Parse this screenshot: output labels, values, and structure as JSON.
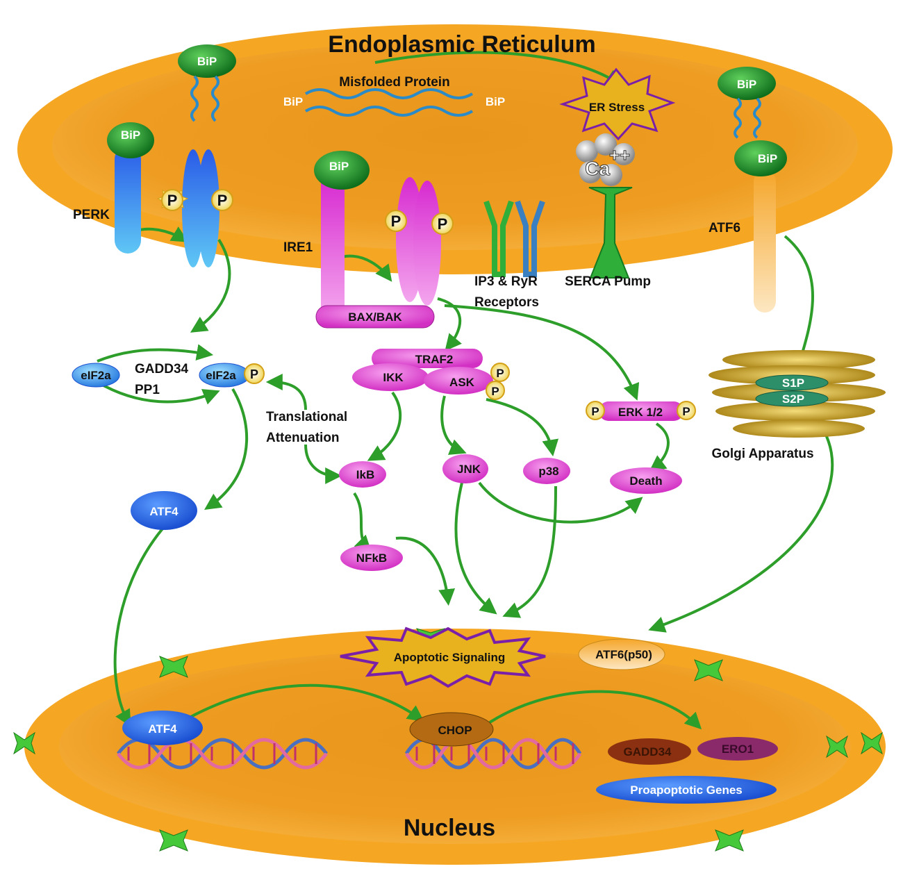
{
  "titles": {
    "er": "Endoplasmic Reticulum",
    "nucleus": "Nucleus"
  },
  "er": {
    "bip": "BiP",
    "misfolded": "Misfolded Protein",
    "er_stress": "ER Stress",
    "calcium": "Ca",
    "calcium_charge": "++",
    "perk": "PERK",
    "ire1": "IRE1",
    "atf6": "ATF6",
    "phospho": "P",
    "ip3_line1": "IP3 & RyR",
    "ip3_line2": "Receptors",
    "serca": "SERCA Pump",
    "bax_bak": "BAX/BAK"
  },
  "cytoplasm": {
    "eif2a": "eIF2a",
    "gadd34": "GADD34",
    "pp1": "PP1",
    "translational_line1": "Translational",
    "translational_line2": "Attenuation",
    "traf2": "TRAF2",
    "ikk": "IKK",
    "ask": "ASK",
    "erk": "ERK 1/2",
    "ikb": "IkB",
    "jnk": "JNK",
    "p38": "p38",
    "death": "Death",
    "nfkb": "NFkB",
    "atf4": "ATF4",
    "s1p": "S1P",
    "s2p": "S2P",
    "golgi": "Golgi Apparatus"
  },
  "nucleus": {
    "apoptotic": "Apoptotic Signaling",
    "atf6p50": "ATF6(p50)",
    "atf4": "ATF4",
    "chop": "CHOP",
    "gadd34": "GADD34",
    "ero1": "ERO1",
    "proapoptotic": "Proapoptotic Genes"
  },
  "colors": {
    "organelle_orange": "#f5a623",
    "arrow_green": "#2e9e2a",
    "bip_green": "#1f8a2a",
    "perk_blue": "#3a6df0",
    "ire1_magenta": "#e040d0",
    "stress_purple": "#7a1fa8"
  }
}
